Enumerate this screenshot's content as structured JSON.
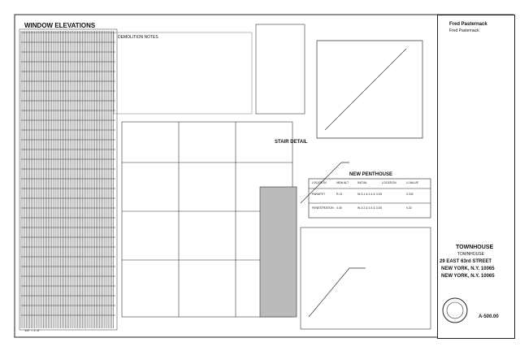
{
  "sheet": {
    "title_left": "WINDOW ELEVATIONS",
    "demolition_notes": "DEMOLITION NOTES",
    "stair_detail": "STAIR DETAIL",
    "new_penthouse": "NEW PENTHOUSE",
    "scale_note": "1/4\" = 1'-0\""
  },
  "penthouse_table": {
    "headers": [
      "LOCATION",
      "NEW ALT",
      "INITIAL",
      "LOCATION",
      "U-VALUE"
    ],
    "rows": [
      [
        "PARAPET",
        "R-21",
        "W-3.1 & 3.4 & 3.1B",
        "",
        "0.032"
      ],
      [
        "FENESTRATION",
        "0.40",
        "W-3.2 & 3.4 & 3.1B",
        "",
        "0.32"
      ]
    ]
  },
  "title_block": {
    "architect_name": "Fred Pasternack",
    "architect_sub": "Fred Pasternack",
    "project_type": "TOWNHOUSE",
    "project_type_2": "TOWNHOUSE",
    "address_line1": "29 EAST 63rd STREET",
    "address_line2": "NEW YORK, N.Y. 10065",
    "address_line3": "NEW YORK, N.Y. 10065",
    "sheet_number": "A-500.00"
  },
  "colors": {
    "line": "#222222",
    "paper": "#ffffff",
    "hatch": "#555555"
  }
}
